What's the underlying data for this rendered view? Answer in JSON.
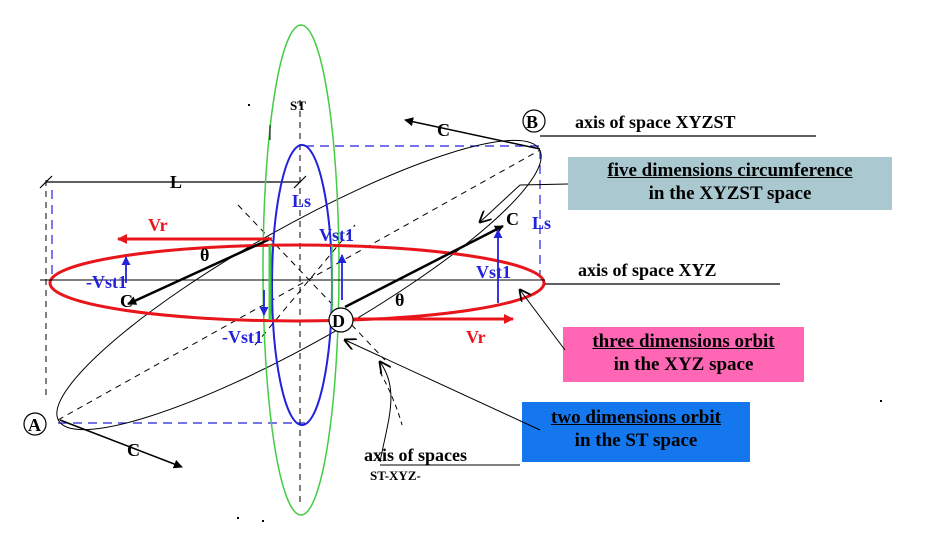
{
  "colors": {
    "orbit_xyz": "#e8151b",
    "orbit_st": "#2222dd",
    "circumference_st": "#44cc44",
    "box_xyzst": "#a9c8cf",
    "box_xyz": "#ff66b3",
    "box_st": "#1477ee",
    "label_red": "#e8151b",
    "label_blue": "#2222dd"
  },
  "labels": {
    "L": "L",
    "ST": "ST",
    "Ls_left": "Ls",
    "Ls_right": "Ls",
    "Vr_top": "Vr",
    "Vr_bottom": "Vr",
    "Vst1_left": "-Vst1",
    "Vst1_center_top": "Vst1",
    "Vst1_right": "Vst1",
    "Vst1_center_bottom": "-Vst1",
    "theta_left": "θ",
    "theta_right": "θ",
    "C_top": "C",
    "C_right": "C",
    "C_left": "C",
    "C_bottom": "C",
    "point_A": "A",
    "point_B": "B",
    "point_D": "D",
    "axis_xyzst": "axis of space XYZST",
    "axis_xyz": "axis of space  XYZ",
    "axis_spaces_1": "axis of spaces",
    "axis_spaces_2": "ST-XYZ-"
  },
  "boxes": {
    "xyzst": {
      "line1": "five dimensions circumference",
      "line2": "in the XYZST space"
    },
    "xyz": {
      "line1": "three dimensions orbit",
      "line2": "in the XYZ space"
    },
    "st": {
      "line1": "two dimensions orbit",
      "line2": "in the  ST space"
    }
  }
}
